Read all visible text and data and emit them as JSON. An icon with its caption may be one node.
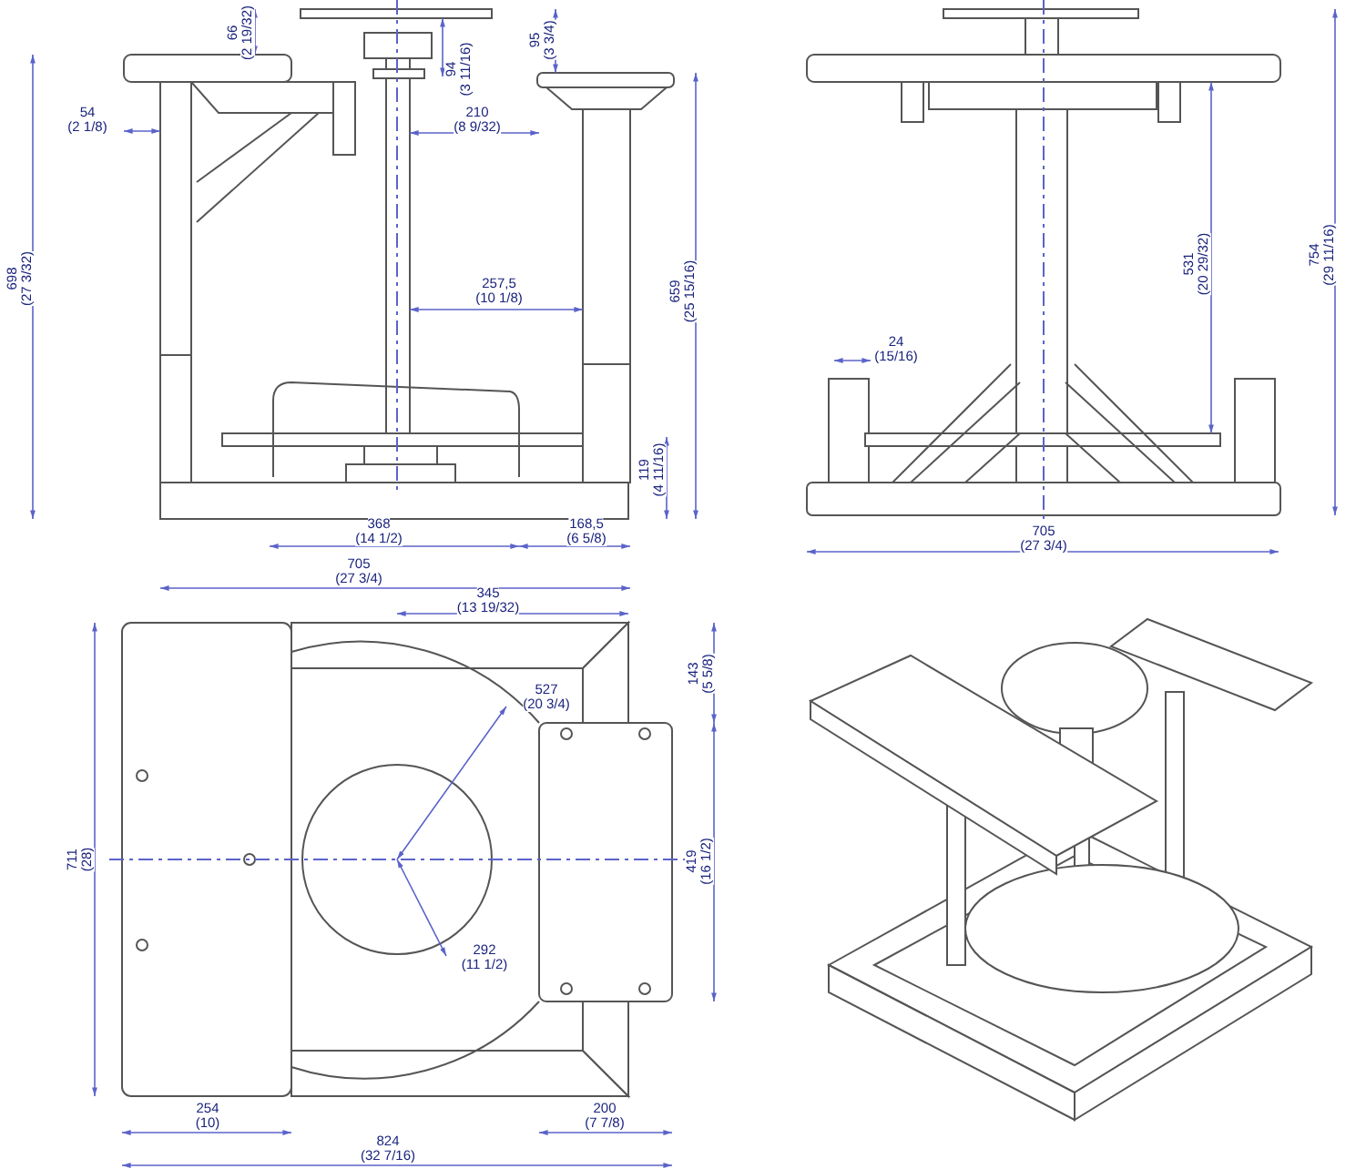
{
  "diagram": {
    "labels": [
      "66",
      "(2 19/32)",
      "94",
      "(3 11/16)",
      "95",
      "(3 3/4)",
      "54",
      "(2 1/8)",
      "210",
      "(8 9/32)",
      "698",
      "(27 3/32)",
      "257,5",
      "(10 1/8)",
      "659",
      "(25 15/16)",
      "119",
      "(4 11/16)",
      "368",
      "(14 1/2)",
      "168,5",
      "(6 5/8)",
      "705",
      "(27 3/4)",
      "531",
      "(20 29/32)",
      "754",
      "(29 11/16)",
      "24",
      "(15/16)",
      "705",
      "(27 3/4)",
      "345",
      "(13 19/32)",
      "143",
      "(5 5/8)",
      "527",
      "(20 3/4)",
      "711",
      "(28)",
      "419",
      "(16 1/2)",
      "292",
      "(11 1/2)",
      "254",
      "(10)",
      "824",
      "(32 7/16)",
      "200",
      "(7 7/8)"
    ]
  }
}
